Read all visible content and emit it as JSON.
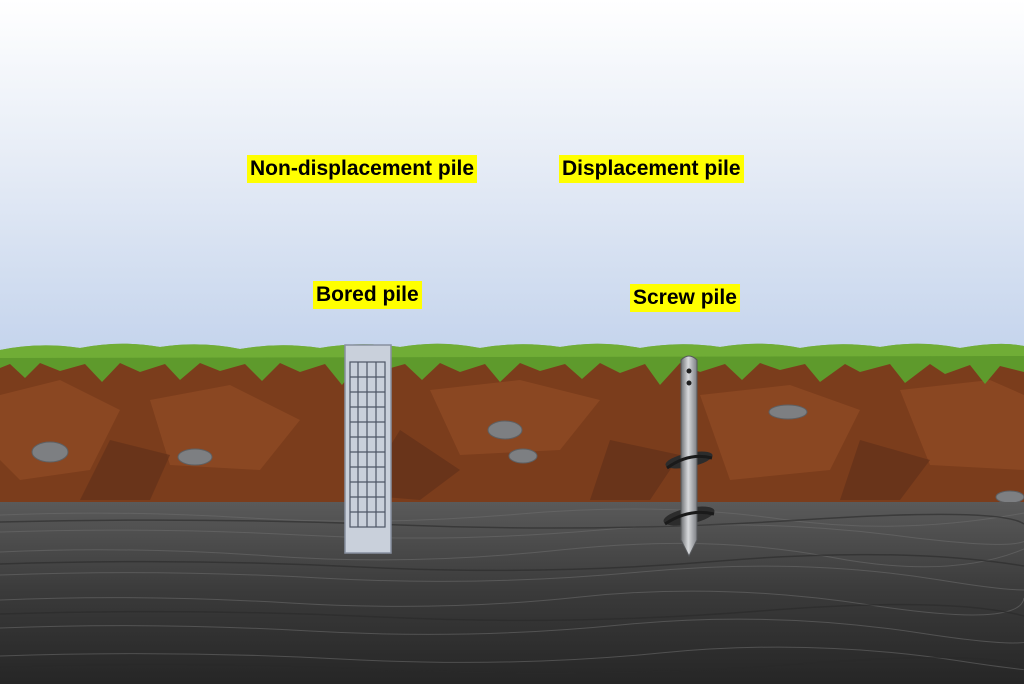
{
  "labels": {
    "non_displacement": "Non-displacement pile",
    "displacement": "Displacement pile",
    "bored_pile": "Bored pile",
    "screw_pile": "Screw pile"
  },
  "colors": {
    "label_highlight": "#ffff00",
    "sky_top": "#ffffff",
    "sky_bottom": "#c3d3ec",
    "grass": "#5e9a2c",
    "soil": "#7b3d1c",
    "bedrock": "#3c3c3c",
    "bored_pile": "#c9d0db",
    "screw_pile": "#a4a6a9"
  },
  "icons": {
    "bored_pile": "bored-pile-icon",
    "screw_pile": "screw-pile-icon"
  }
}
